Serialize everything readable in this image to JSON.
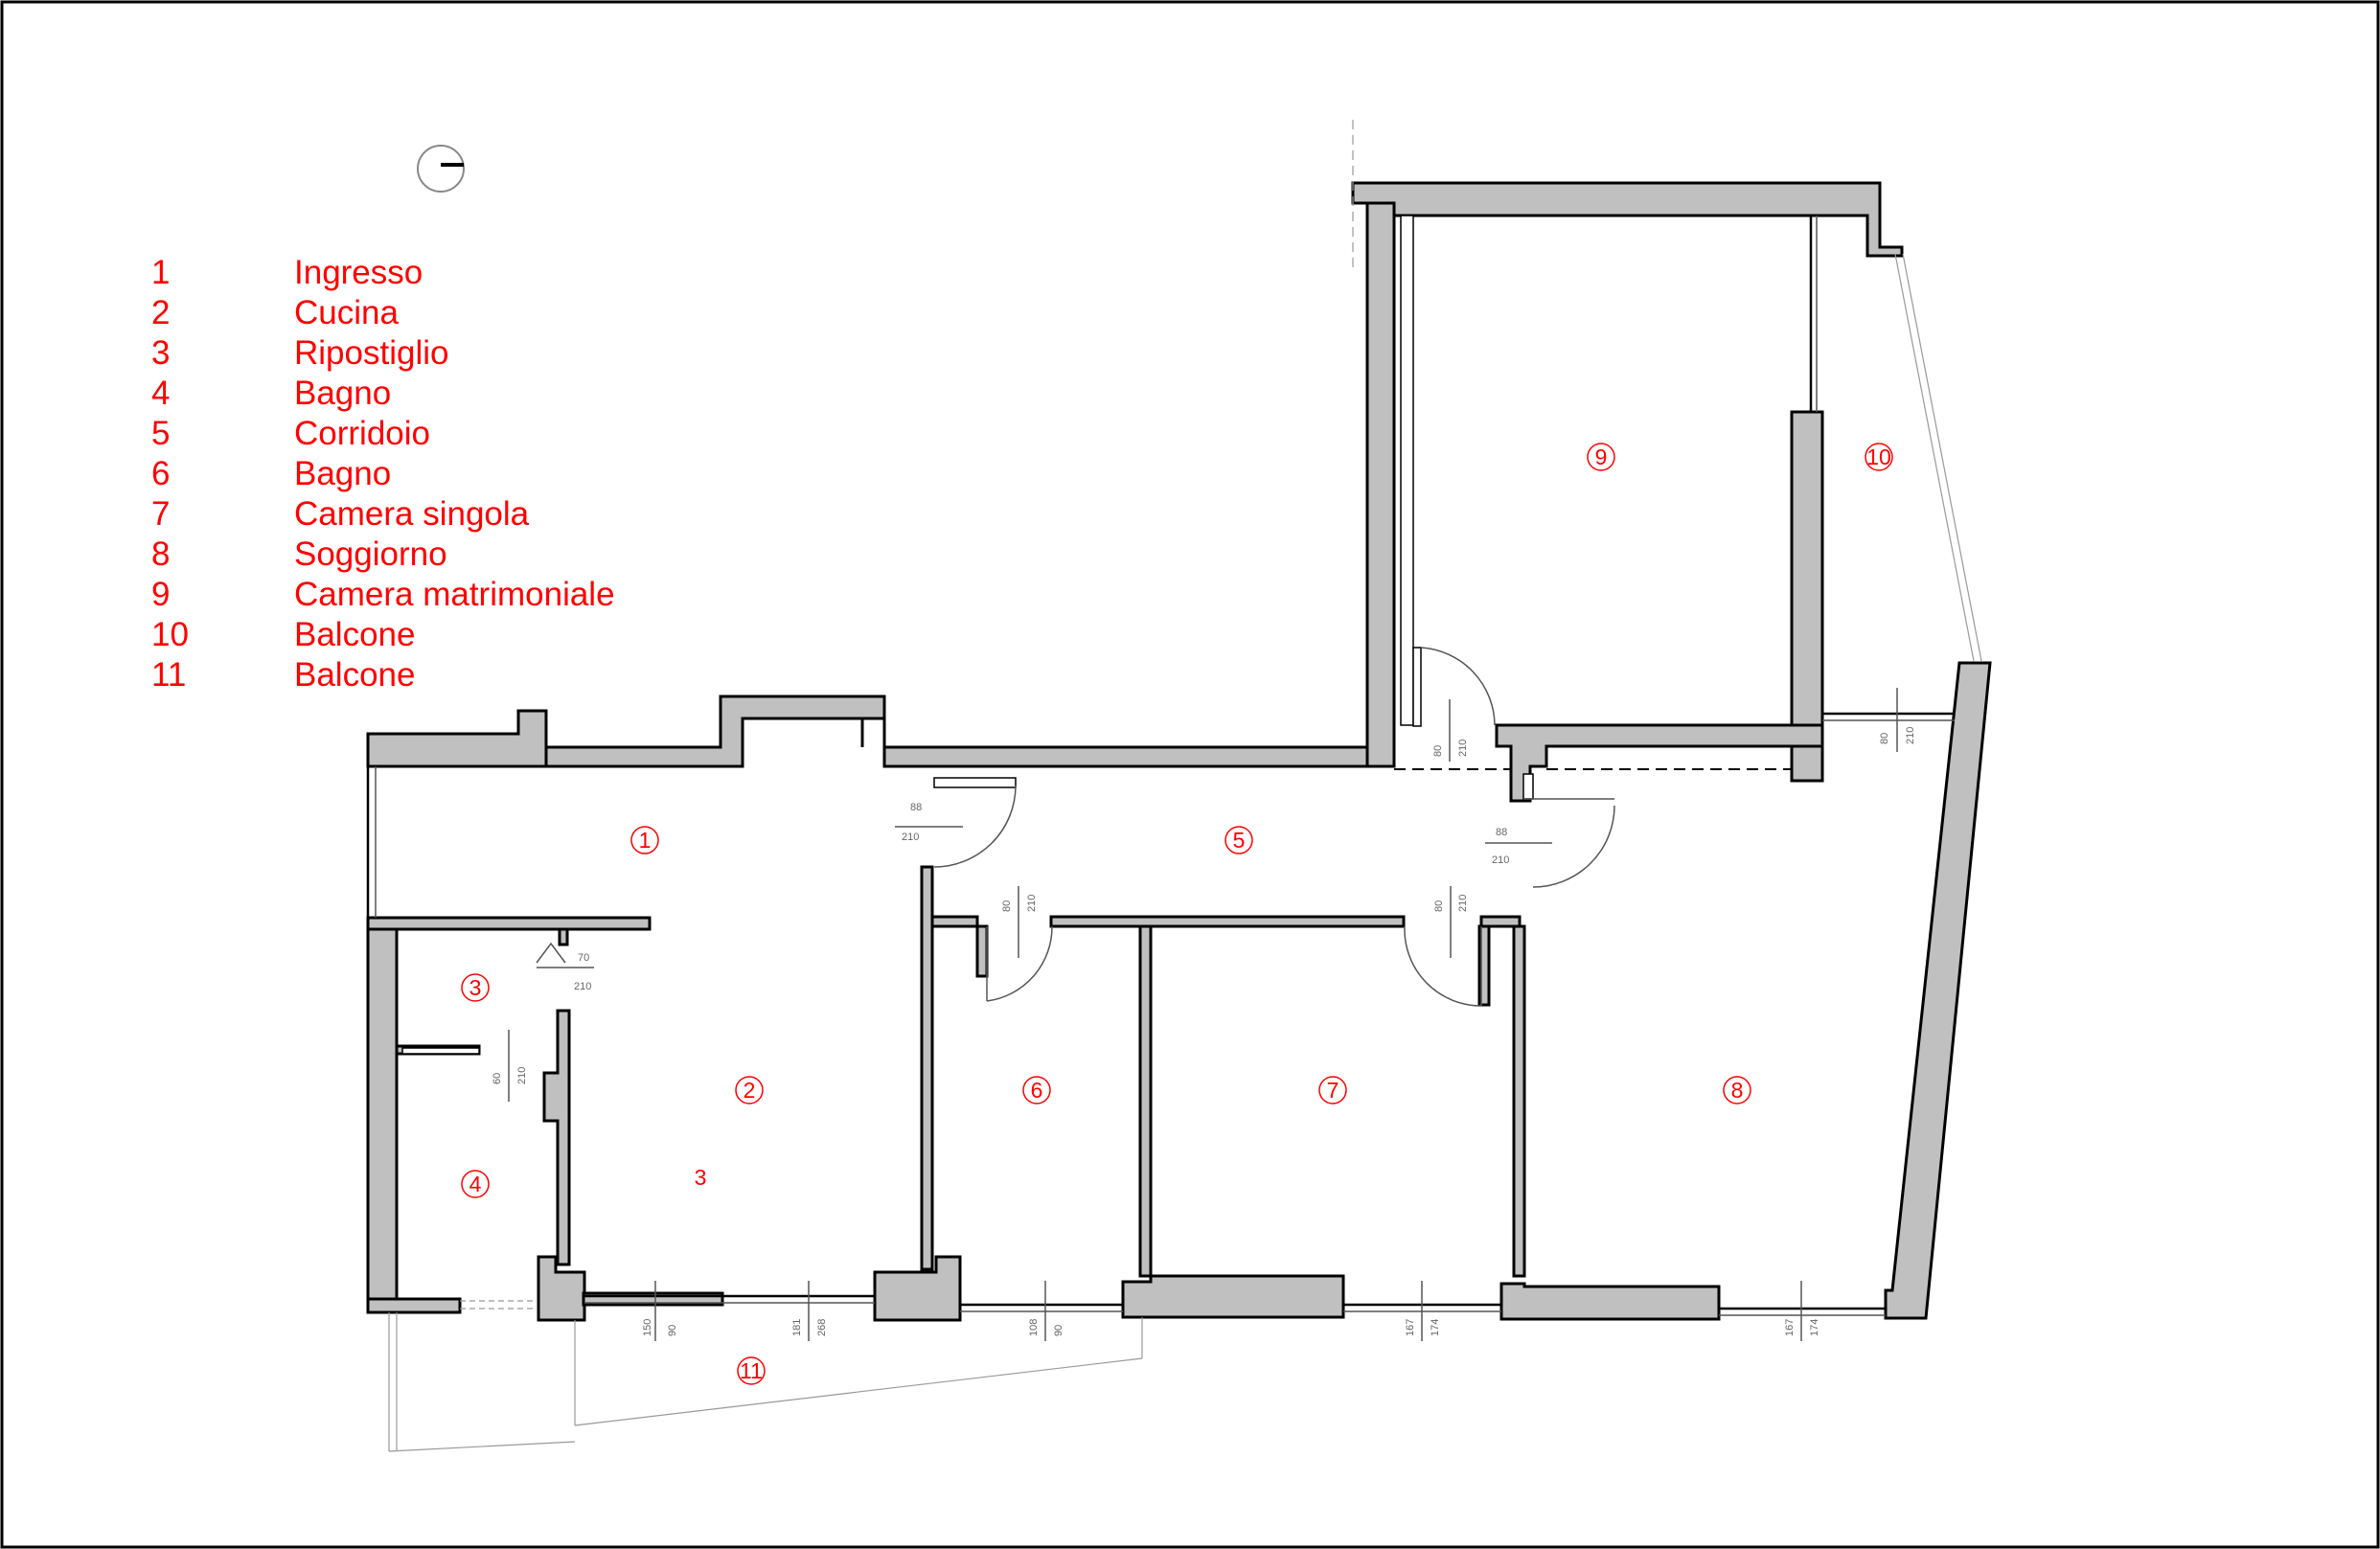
{
  "legend": [
    {
      "num": "1",
      "name": "Ingresso"
    },
    {
      "num": "2",
      "name": "Cucina"
    },
    {
      "num": "3",
      "name": "Ripostiglio"
    },
    {
      "num": "4",
      "name": "Bagno"
    },
    {
      "num": "5",
      "name": "Corridoio"
    },
    {
      "num": "6",
      "name": "Bagno"
    },
    {
      "num": "7",
      "name": "Camera singola"
    },
    {
      "num": "8",
      "name": "Soggiorno"
    },
    {
      "num": "9",
      "name": "Camera matrimoniale"
    },
    {
      "num": "10",
      "name": "Balcone"
    },
    {
      "num": "11",
      "name": "Balcone"
    }
  ],
  "room_markers": [
    "1",
    "2",
    "3",
    "4",
    "5",
    "6",
    "7",
    "8",
    "9",
    "10",
    "11"
  ],
  "extra_mark": "3",
  "door_dims": {
    "d1": [
      "88",
      "210"
    ],
    "d2": [
      "88",
      "210"
    ],
    "d3": [
      "80",
      "210"
    ],
    "d4": [
      "80",
      "210"
    ],
    "d5": [
      "80",
      "210"
    ],
    "d6": [
      "70",
      "210"
    ],
    "d7": [
      "60",
      "210"
    ],
    "d8": [
      "80",
      "210"
    ]
  },
  "window_dims": {
    "w1": [
      "150",
      "90"
    ],
    "w2": [
      "181",
      "268"
    ],
    "w3": [
      "108",
      "90"
    ],
    "w4": [
      "167",
      "174"
    ],
    "w5": [
      "167",
      "174"
    ]
  },
  "colors": {
    "label": "#ff0000",
    "wall_fill": "#c0c0c0",
    "frame": "#000000"
  },
  "icons": {
    "compass": "north-arrow-icon"
  }
}
